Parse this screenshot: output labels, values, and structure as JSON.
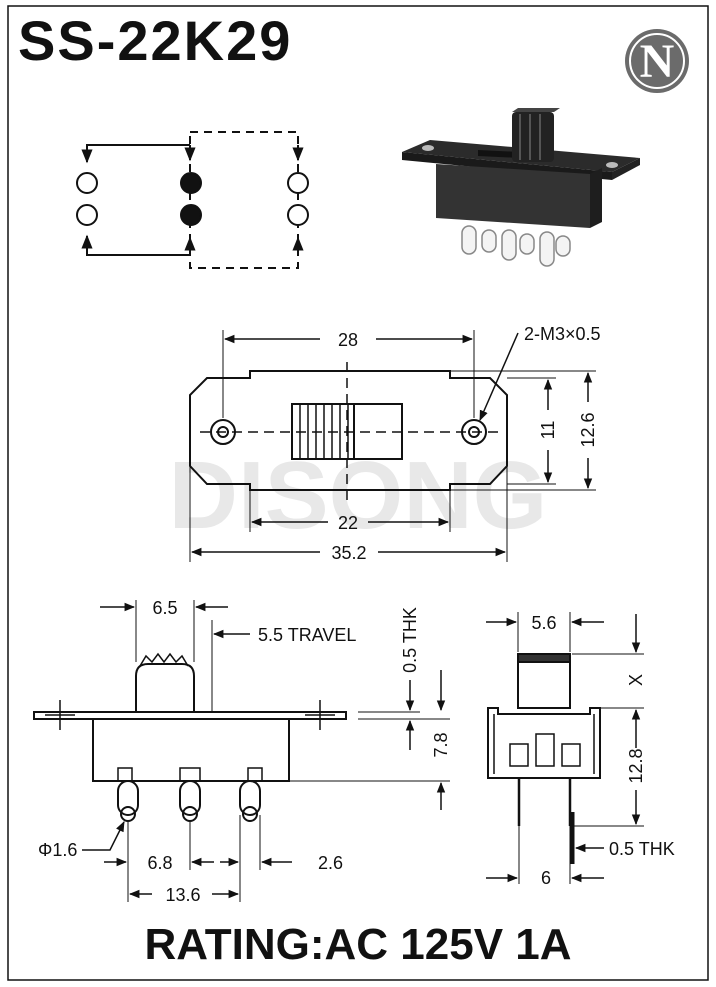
{
  "title": "SS-22K29",
  "logo_letter": "N",
  "watermark": "DISONG",
  "rating": "RATING:AC 125V 1A",
  "dims": {
    "top_28": "28",
    "screw": "2-M3×0.5",
    "h_11": "11",
    "h_12_6": "12.6",
    "w_22": "22",
    "w_35_2": "35.2",
    "w_6_5": "6.5",
    "travel": "5.5 TRAVEL",
    "thk_05": "0.5 THK",
    "h_7_8": "7.8",
    "w_5_6": "5.6",
    "x": "X",
    "h_12_8": "12.8",
    "pin_thk": "0.5 THK",
    "w_6": "6",
    "phi": "Φ1.6",
    "w_6_8": "6.8",
    "w_2_6": "2.6",
    "w_13_6": "13.6"
  },
  "colors": {
    "ink": "#111111",
    "logo_bg": "#6b6b6b",
    "watermark": "#e3e3e3",
    "body_fill": "#3a3a3a"
  }
}
